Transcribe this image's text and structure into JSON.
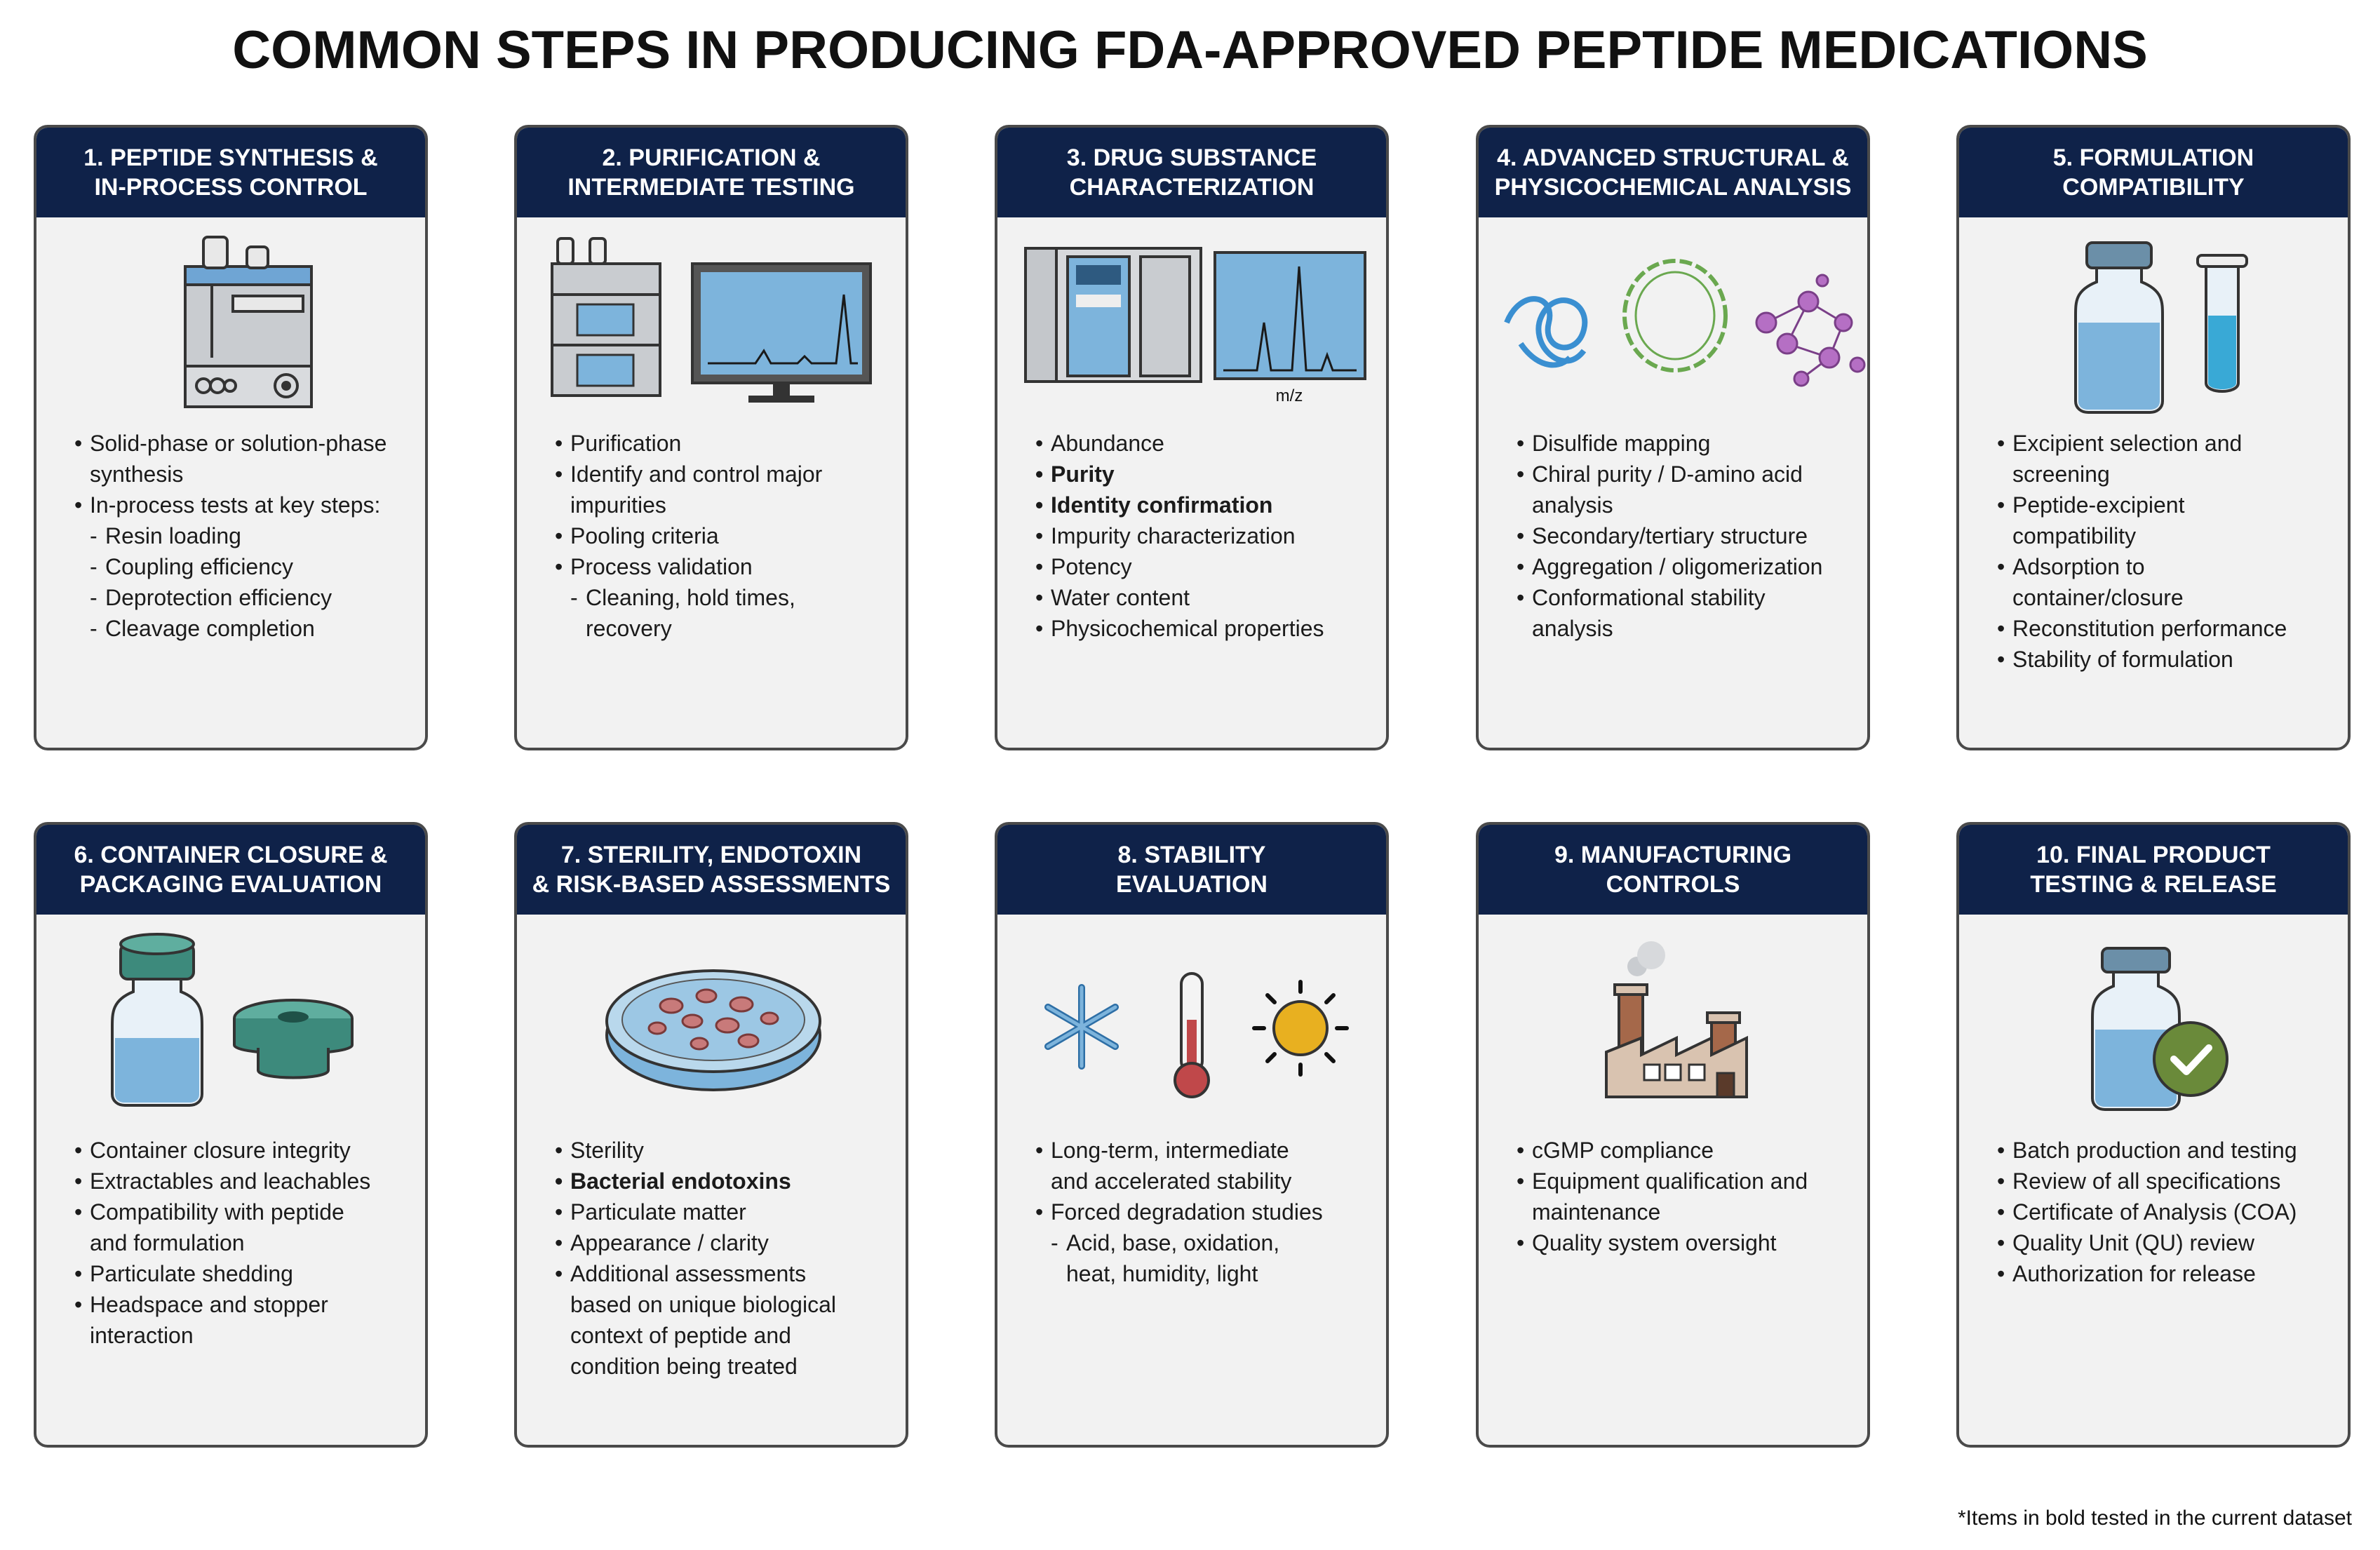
{
  "title": "COMMON STEPS IN PRODUCING FDA-APPROVED PEPTIDE MEDICATIONS",
  "footnote": "*Items in bold tested in the current dataset",
  "colors": {
    "header_bg": "#0f2249",
    "card_bg": "#f2f2f2",
    "card_border": "#4a4a4a",
    "accent_blue": "#7db4dc",
    "accent_teal": "#3d8a7c",
    "accent_green": "#6aa84f",
    "accent_purple": "#b56fc4"
  },
  "steps": [
    {
      "header_line1": "1. PEPTIDE SYNTHESIS &",
      "header_line2": "IN-PROCESS CONTROL",
      "icon": "peptide-synthesizer-icon",
      "bullets": [
        {
          "text": "Solid-phase or solution-phase",
          "level": 1,
          "bold": false
        },
        {
          "text": "synthesis",
          "level": 1,
          "bold": false,
          "cont": true
        },
        {
          "text": "In-process tests at key steps:",
          "level": 1,
          "bold": false
        },
        {
          "text": "Resin loading",
          "level": 2,
          "bold": false
        },
        {
          "text": "Coupling efficiency",
          "level": 2,
          "bold": false
        },
        {
          "text": "Deprotection efficiency",
          "level": 2,
          "bold": false
        },
        {
          "text": "Cleavage completion",
          "level": 2,
          "bold": false
        }
      ]
    },
    {
      "header_line1": "2. PURIFICATION &",
      "header_line2": "INTERMEDIATE TESTING",
      "icon": "hplc-with-monitor-icon",
      "bullets": [
        {
          "text": "Purification",
          "level": 1,
          "bold": false
        },
        {
          "text": "Identify and control major",
          "level": 1,
          "bold": false
        },
        {
          "text": "impurities",
          "level": 1,
          "bold": false,
          "cont": true
        },
        {
          "text": "Pooling criteria",
          "level": 1,
          "bold": false
        },
        {
          "text": "Process validation",
          "level": 1,
          "bold": false
        },
        {
          "text": "Cleaning, hold times,",
          "level": 2,
          "bold": false
        },
        {
          "text": "recovery",
          "level": 2,
          "bold": false,
          "cont": true
        }
      ]
    },
    {
      "header_line1": "3. DRUG SUBSTANCE",
      "header_line2": "CHARACTERIZATION",
      "icon": "mass-spectrometer-icon",
      "axis_label": "m/z",
      "bullets": [
        {
          "text": "Abundance",
          "level": 1,
          "bold": false
        },
        {
          "text": "Purity",
          "level": 1,
          "bold": true
        },
        {
          "text": "Identity confirmation",
          "level": 1,
          "bold": true
        },
        {
          "text": "Impurity characterization",
          "level": 1,
          "bold": false
        },
        {
          "text": "Potency",
          "level": 1,
          "bold": false
        },
        {
          "text": "Water content",
          "level": 1,
          "bold": false
        },
        {
          "text": "Physicochemical properties",
          "level": 1,
          "bold": false
        }
      ]
    },
    {
      "header_line1": "4. ADVANCED STRUCTURAL &",
      "header_line2": "PHYSICOCHEMICAL ANALYSIS",
      "icon": "molecular-structures-icon",
      "bullets": [
        {
          "text": "Disulfide mapping",
          "level": 1,
          "bold": false
        },
        {
          "text": "Chiral purity / D-amino acid",
          "level": 1,
          "bold": false
        },
        {
          "text": "analysis",
          "level": 1,
          "bold": false,
          "cont": true
        },
        {
          "text": "Secondary/tertiary structure",
          "level": 1,
          "bold": false
        },
        {
          "text": "Aggregation / oligomerization",
          "level": 1,
          "bold": false
        },
        {
          "text": "Conformational stability",
          "level": 1,
          "bold": false
        },
        {
          "text": "analysis",
          "level": 1,
          "bold": false,
          "cont": true
        }
      ]
    },
    {
      "header_line1": "5. FORMULATION",
      "header_line2": "COMPATIBILITY",
      "icon": "vial-and-test-tube-icon",
      "bullets": [
        {
          "text": "Excipient selection and",
          "level": 1,
          "bold": false
        },
        {
          "text": "screening",
          "level": 1,
          "bold": false,
          "cont": true
        },
        {
          "text": "Peptide-excipient",
          "level": 1,
          "bold": false
        },
        {
          "text": "compatibility",
          "level": 1,
          "bold": false,
          "cont": true
        },
        {
          "text": "Adsorption to",
          "level": 1,
          "bold": false
        },
        {
          "text": "container/closure",
          "level": 1,
          "bold": false,
          "cont": true
        },
        {
          "text": "Reconstitution performance",
          "level": 1,
          "bold": false
        },
        {
          "text": "Stability of formulation",
          "level": 1,
          "bold": false
        }
      ]
    },
    {
      "header_line1": "6. CONTAINER CLOSURE &",
      "header_line2": "PACKAGING EVALUATION",
      "icon": "vial-and-stopper-icon",
      "bullets": [
        {
          "text": "Container closure integrity",
          "level": 1,
          "bold": false
        },
        {
          "text": "Extractables and leachables",
          "level": 1,
          "bold": false
        },
        {
          "text": "Compatibility with peptide",
          "level": 1,
          "bold": false
        },
        {
          "text": "and formulation",
          "level": 1,
          "bold": false,
          "cont": true
        },
        {
          "text": "Particulate shedding",
          "level": 1,
          "bold": false
        },
        {
          "text": "Headspace and stopper",
          "level": 1,
          "bold": false
        },
        {
          "text": "interaction",
          "level": 1,
          "bold": false,
          "cont": true
        }
      ]
    },
    {
      "header_line1": "7. STERILITY,  ENDOTOXIN",
      "header_line2": "& RISK-BASED ASSESSMENTS",
      "icon": "petri-dish-icon",
      "bullets": [
        {
          "text": "Sterility",
          "level": 1,
          "bold": false
        },
        {
          "text": "Bacterial endotoxins",
          "level": 1,
          "bold": true
        },
        {
          "text": "Particulate matter",
          "level": 1,
          "bold": false
        },
        {
          "text": "Appearance / clarity",
          "level": 1,
          "bold": false
        },
        {
          "text": "Additional assessments",
          "level": 1,
          "bold": false
        },
        {
          "text": "based on unique biological",
          "level": 1,
          "bold": false,
          "cont": true
        },
        {
          "text": "context of peptide and",
          "level": 1,
          "bold": false,
          "cont": true
        },
        {
          "text": "condition being treated",
          "level": 1,
          "bold": false,
          "cont": true
        }
      ]
    },
    {
      "header_line1": "8. STABILITY",
      "header_line2": "EVALUATION",
      "icon": "snowflake-thermometer-sun-icon",
      "bullets": [
        {
          "text": "Long-term, intermediate",
          "level": 1,
          "bold": false
        },
        {
          "text": "and accelerated stability",
          "level": 1,
          "bold": false,
          "cont": true
        },
        {
          "text": "Forced degradation studies",
          "level": 1,
          "bold": false
        },
        {
          "text": "Acid, base, oxidation,",
          "level": 2,
          "bold": false
        },
        {
          "text": "heat, humidity, light",
          "level": 2,
          "bold": false,
          "cont": true
        }
      ]
    },
    {
      "header_line1": "9. MANUFACTURING",
      "header_line2": "CONTROLS",
      "icon": "factory-icon",
      "bullets": [
        {
          "text": "cGMP compliance",
          "level": 1,
          "bold": false
        },
        {
          "text": "Equipment qualification and",
          "level": 1,
          "bold": false
        },
        {
          "text": "maintenance",
          "level": 1,
          "bold": false,
          "cont": true
        },
        {
          "text": "Quality system oversight",
          "level": 1,
          "bold": false
        }
      ]
    },
    {
      "header_line1": "10. FINAL PRODUCT",
      "header_line2": "TESTING & RELEASE",
      "icon": "vial-with-checkmark-icon",
      "bullets": [
        {
          "text": "Batch production and testing",
          "level": 1,
          "bold": false
        },
        {
          "text": "Review of all specifications",
          "level": 1,
          "bold": false
        },
        {
          "text": "Certificate of Analysis (COA)",
          "level": 1,
          "bold": false
        },
        {
          "text": "Quality Unit (QU) review",
          "level": 1,
          "bold": false
        },
        {
          "text": "Authorization for release",
          "level": 1,
          "bold": false
        }
      ]
    }
  ]
}
